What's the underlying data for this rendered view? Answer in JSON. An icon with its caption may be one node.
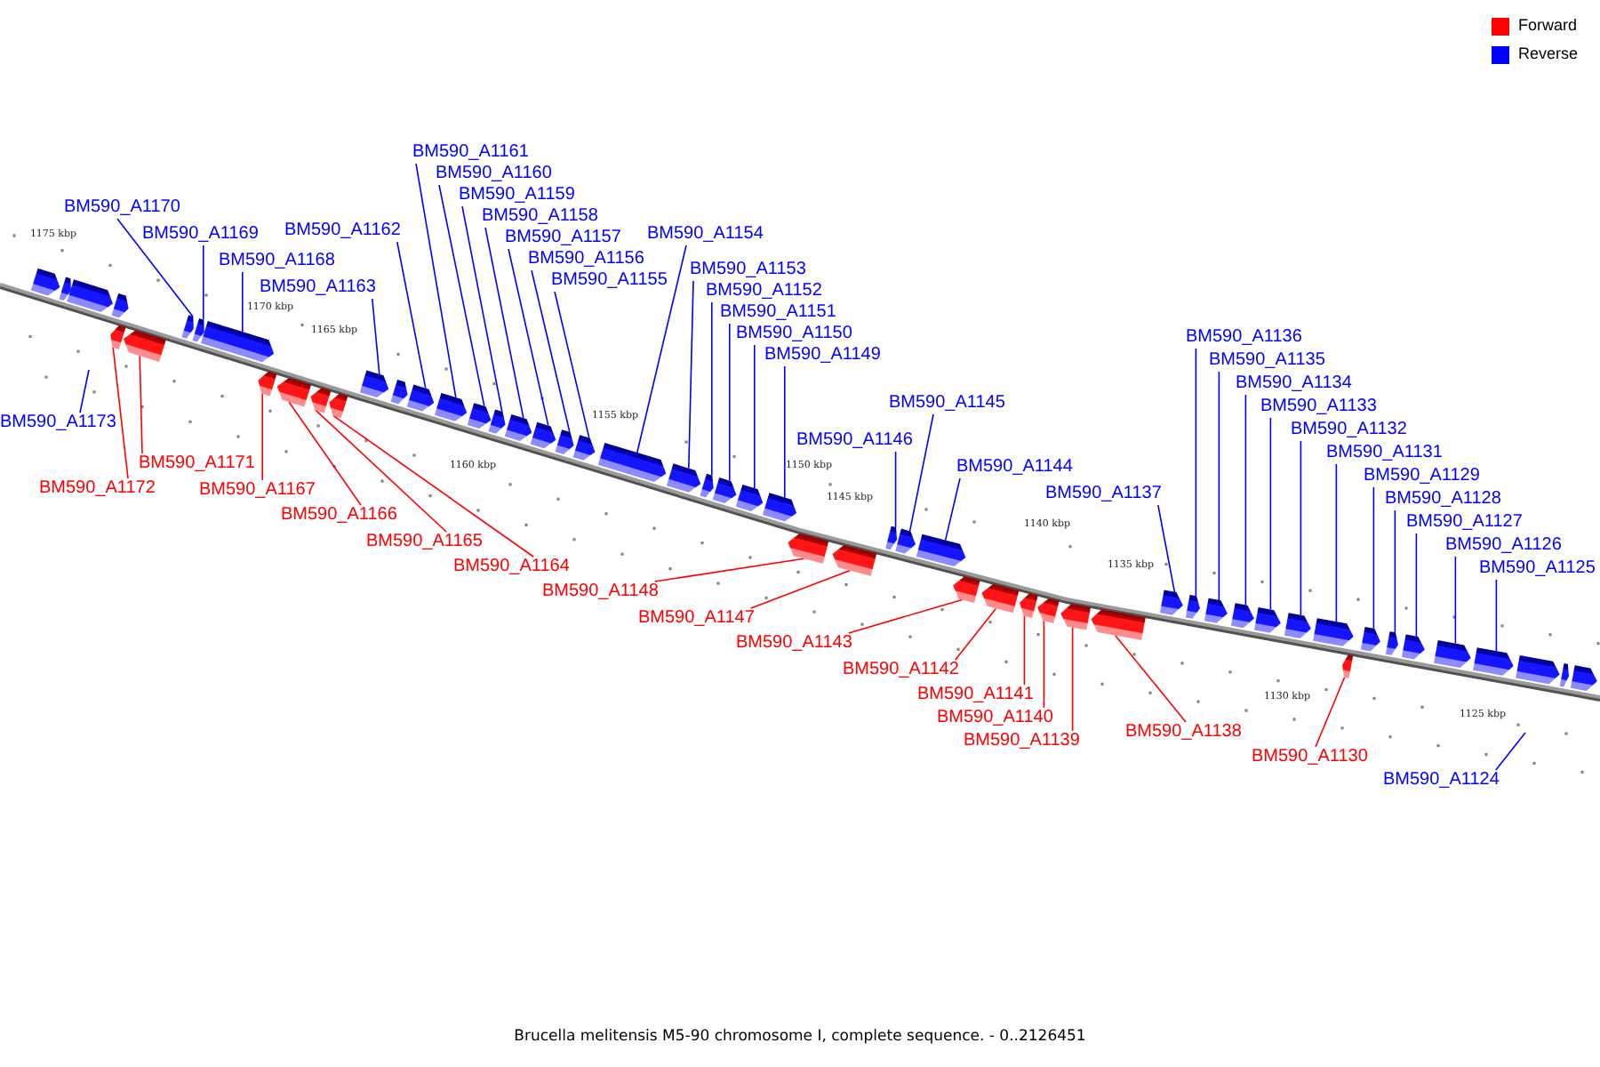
{
  "diagram": {
    "caption": "Brucella melitensis M5-90 chromosome I, complete sequence. - 0..2126451",
    "nodes": [
      {
        "text": [
          "BM590_A1170"
        ]
      },
      {
        "text": [
          "BM590_A1169"
        ]
      },
      {
        "text": [
          "BM590_A1168"
        ]
      },
      {
        "text": [
          "BM590_A1163"
        ]
      },
      {
        "text": [
          "BM590_A1161"
        ]
      },
      {
        "text": [
          "BM590_A1160"
        ]
      },
      {
        "text": [
          "BM590_A1159"
        ]
      },
      {
        "text": [
          "BM590_A1162"
        ]
      },
      {
        "text": [
          "BM590_A1157"
        ]
      },
      {
        "text": [
          "BM590_A1158"
        ]
      },
      {
        "text": [
          "BM590_A1156"
        ]
      },
      {
        "text": [
          "BM590_A1155"
        ]
      },
      {
        "text": [
          "BM590_A1154"
        ]
      },
      {
        "text": [
          "BM590_A1153"
        ]
      },
      {
        "text": [
          "BM590_A1152"
        ]
      },
      {
        "text": [
          "BM590_A1151"
        ]
      },
      {
        "text": [
          "BM590_A1150"
        ]
      },
      {
        "text": [
          "BM590_A1149"
        ]
      },
      {
        "text": [
          "BM590_A1145"
        ]
      },
      {
        "text": [
          "BM590_A1146"
        ]
      },
      {
        "text": [
          "BM590_A1144"
        ]
      },
      {
        "text": [
          "BM590_A1137"
        ]
      },
      {
        "text": [
          "BM590_A1132"
        ]
      },
      {
        "text": [
          "BM590_A1136"
        ]
      },
      {
        "text": [
          "BM590_A1131"
        ]
      },
      {
        "text": [
          "BM590_A1135"
        ]
      },
      {
        "text": [
          "BM590_A1129"
        ]
      },
      {
        "text": [
          "BM590_A1134"
        ]
      },
      {
        "text": [
          "BM590_A1128"
        ]
      },
      {
        "text": [
          "BM590_A1133"
        ]
      },
      {
        "text": [
          "BM590_A1127"
        ]
      },
      {
        "text": [
          "BM590_A1126"
        ]
      },
      {
        "text": [
          "BM590_A1125"
        ]
      },
      {
        "text": [
          "BM590_A1173"
        ]
      },
      {
        "text": [
          "BM590_A1171"
        ]
      },
      {
        "text": [
          "BM590_A1172"
        ]
      },
      {
        "text": [
          "BM590_A1167"
        ]
      },
      {
        "text": [
          "BM590_A1166"
        ]
      },
      {
        "text": [
          "BM590_A1165"
        ]
      },
      {
        "text": [
          "BM590_A1164"
        ]
      },
      {
        "text": [
          "BM590_A1148"
        ]
      },
      {
        "text": [
          "BM590_A1147"
        ]
      },
      {
        "text": [
          "BM590_A1143"
        ]
      },
      {
        "text": [
          "BM590_A1142"
        ]
      },
      {
        "text": [
          "BM590_A1141"
        ]
      },
      {
        "text": [
          "BM590_A1139"
        ]
      },
      {
        "text": [
          "BM590_A1140"
        ]
      },
      {
        "text": [
          "BM590_A1138"
        ]
      },
      {
        "text": [
          "BM590_A1130"
        ]
      },
      {
        "text": [
          "BM590_A1124"
        ]
      },
      {
        "text": [],
        "shape": "pentagon"
      },
      {
        "text": [],
        "shape": "pentagon"
      },
      {
        "text": [],
        "shape": "pentagon"
      },
      {
        "text": [],
        "shape": "pentagon"
      },
      {
        "text": [],
        "shape": "pentagon"
      },
      {
        "text": [],
        "shape": "pentagon"
      },
      {
        "text": [],
        "shape": "pentagon"
      },
      {
        "text": [],
        "shape": "pentagon"
      },
      {
        "text": [],
        "shape": "pentagon"
      },
      {
        "text": [],
        "shape": "pentagon"
      },
      {
        "text": [],
        "shape": "pentagon"
      },
      {
        "text": [],
        "shape": "pentagon"
      },
      {
        "text": [],
        "shape": "pentagon"
      },
      {
        "text": [],
        "shape": "pentagon"
      },
      {
        "text": [],
        "shape": "pentagon"
      },
      {
        "text": [],
        "shape": "pentagon"
      },
      {
        "text": [],
        "shape": "pentagon"
      },
      {
        "text": [],
        "shape": "pentagon"
      },
      {
        "text": [],
        "shape": "pentagon"
      },
      {
        "text": [],
        "shape": "pentagon"
      },
      {
        "text": [],
        "shape": "pentagon"
      },
      {
        "text": [],
        "shape": "pentagon"
      },
      {
        "text": [],
        "shape": "pentagon"
      },
      {
        "text": [],
        "shape": "pentagon"
      },
      {
        "text": [],
        "shape": "pentagon"
      },
      {
        "text": [],
        "shape": "pentagon"
      },
      {
        "text": [],
        "shape": "pentagon"
      },
      {
        "text": [],
        "shape": "pentagon"
      },
      {
        "text": [],
        "shape": "pentagon"
      },
      {
        "text": [],
        "shape": "pentagon"
      },
      {
        "text": [],
        "shape": "pentagon"
      },
      {
        "text": [],
        "shape": "pentagon"
      },
      {
        "text": [],
        "shape": "pentagon"
      },
      {
        "text": [],
        "shape": "pentagon"
      },
      {
        "text": [],
        "shape": "pentagon"
      },
      {
        "text": [],
        "shape": "pentagon"
      },
      {
        "text": [],
        "shape": "pentagon"
      },
      {
        "text": [],
        "shape": "pentagon"
      },
      {
        "text": [],
        "shape": "pentagon"
      },
      {
        "text": [],
        "shape": "pentagon"
      },
      {
        "text": [],
        "shape": "pentagon"
      },
      {
        "text": [],
        "shape": "pentagon"
      },
      {
        "text": [],
        "shape": "pentagon"
      },
      {
        "text": [],
        "shape": "pentagon"
      },
      {
        "text": [],
        "shape": "pentagon"
      },
      {
        "text": [],
        "shape": "pentagon"
      },
      {
        "text": [],
        "shape": "pentagon"
      },
      {
        "text": [],
        "shape": "pentagon"
      },
      {
        "text": [],
        "shape": "pentagon"
      },
      {
        "text": [],
        "shape": "pentagon"
      },
      {
        "text": [],
        "shape": "pentagon"
      },
      {
        "text": [],
        "shape": "pentagon"
      },
      {
        "text": [],
        "shape": "pentagon"
      },
      {
        "text": [],
        "shape": "pentagon"
      },
      {
        "text": [],
        "shape": "pentagon"
      },
      {
        "text": [],
        "shape": "pentagon"
      }
    ],
    "edges": [
      {
        "from": 0,
        "to": 56,
        "arrow": "none"
      },
      {
        "from": 1,
        "to": 57,
        "arrow": "none"
      },
      {
        "from": 2,
        "to": 58,
        "arrow": "none"
      },
      {
        "from": 3,
        "to": 63,
        "arrow": "none"
      },
      {
        "from": 4,
        "to": 66,
        "arrow": "none"
      },
      {
        "from": 5,
        "to": 67,
        "arrow": "none"
      },
      {
        "from": 6,
        "to": 68,
        "arrow": "none"
      },
      {
        "from": 7,
        "to": 65,
        "arrow": "none"
      },
      {
        "from": 8,
        "to": 70,
        "arrow": "none"
      },
      {
        "from": 9,
        "to": 69,
        "arrow": "none"
      },
      {
        "from": 10,
        "to": 71,
        "arrow": "none"
      },
      {
        "from": 11,
        "to": 72,
        "arrow": "none"
      },
      {
        "from": 12,
        "to": 73,
        "arrow": "none"
      },
      {
        "from": 13,
        "to": 74,
        "arrow": "none"
      },
      {
        "from": 14,
        "to": 75,
        "arrow": "none"
      },
      {
        "from": 15,
        "to": 76,
        "arrow": "none"
      },
      {
        "from": 16,
        "to": 77,
        "arrow": "none"
      },
      {
        "from": 17,
        "to": 78,
        "arrow": "none"
      },
      {
        "from": 18,
        "to": 82,
        "arrow": "none"
      },
      {
        "from": 19,
        "to": 81,
        "arrow": "none"
      },
      {
        "from": 20,
        "to": 83,
        "arrow": "none"
      },
      {
        "from": 21,
        "to": 90,
        "arrow": "none"
      },
      {
        "from": 22,
        "to": 95,
        "arrow": "none"
      },
      {
        "from": 23,
        "to": 91,
        "arrow": "none"
      },
      {
        "from": 24,
        "to": 96,
        "arrow": "none"
      },
      {
        "from": 25,
        "to": 92,
        "arrow": "none"
      },
      {
        "from": 26,
        "to": 98,
        "arrow": "none"
      },
      {
        "from": 27,
        "to": 93,
        "arrow": "none"
      },
      {
        "from": 28,
        "to": 99,
        "arrow": "none"
      },
      {
        "from": 29,
        "to": 94,
        "arrow": "none"
      },
      {
        "from": 30,
        "to": 100,
        "arrow": "none"
      },
      {
        "from": 31,
        "to": 101,
        "arrow": "none"
      },
      {
        "from": 32,
        "to": 102,
        "arrow": "none"
      },
      {
        "from": 33,
        "to": null,
        "arrow": "none"
      },
      {
        "from": 34,
        "to": 55,
        "arrow": "none",
        "color": "#ff0000"
      },
      {
        "from": 35,
        "to": 54,
        "arrow": "none",
        "color": "#ff0000"
      },
      {
        "from": 36,
        "to": 59,
        "arrow": "none",
        "color": "#ff0000"
      },
      {
        "from": 37,
        "to": 60,
        "arrow": "none",
        "color": "#ff0000"
      },
      {
        "from": 38,
        "to": 61,
        "arrow": "none",
        "color": "#ff0000"
      },
      {
        "from": 39,
        "to": 62,
        "arrow": "none",
        "color": "#ff0000"
      },
      {
        "from": 40,
        "to": 79,
        "arrow": "none",
        "color": "#ff0000"
      },
      {
        "from": 41,
        "to": 80,
        "arrow": "none",
        "color": "#ff0000"
      },
      {
        "from": 42,
        "to": 84,
        "arrow": "none",
        "color": "#ff0000"
      },
      {
        "from": 43,
        "to": 85,
        "arrow": "none",
        "color": "#ff0000"
      },
      {
        "from": 44,
        "to": 86,
        "arrow": "none",
        "color": "#ff0000"
      },
      {
        "from": 45,
        "to": 88,
        "arrow": "none",
        "color": "#ff0000"
      },
      {
        "from": 46,
        "to": 87,
        "arrow": "none",
        "color": "#ff0000"
      },
      {
        "from": 47,
        "to": 89,
        "arrow": "none",
        "color": "#ff0000"
      },
      {
        "from": 48,
        "to": 97,
        "arrow": "none",
        "color": "#ff0000"
      },
      {
        "from": 49,
        "to": null,
        "arrow": "none"
      }
    ],
    "labels": [
      "1175 kbp",
      "1170 kbp",
      "1165 kbp",
      "1160 kbp",
      "1155 kbp",
      "1150 kbp",
      "1145 kbp",
      "1140 kbp",
      "1135 kbp",
      "1130 kbp",
      "1125 kbp"
    ],
    "legend": [
      {
        "text": "Forward",
        "color": "#ff0000"
      },
      {
        "text": "Reverse",
        "color": "#0000ff"
      }
    ]
  }
}
